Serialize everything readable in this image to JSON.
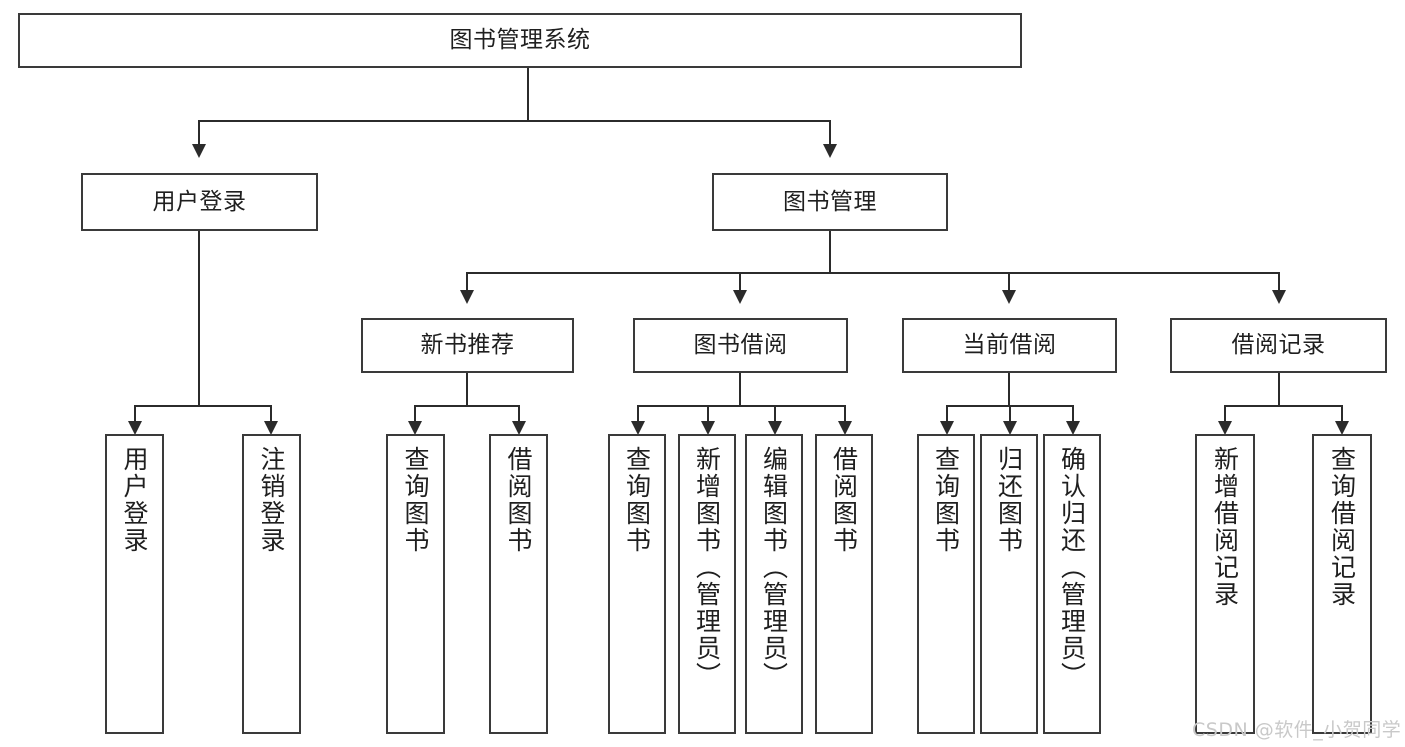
{
  "diagram": {
    "title": "图书管理系统",
    "type": "functional-structure-tree",
    "root": {
      "label": "图书管理系统"
    },
    "level2": [
      {
        "label": "用户登录"
      },
      {
        "label": "图书管理"
      }
    ],
    "level3": [
      {
        "label": "新书推荐"
      },
      {
        "label": "图书借阅"
      },
      {
        "label": "当前借阅"
      },
      {
        "label": "借阅记录"
      }
    ],
    "leaves": {
      "user_login": [
        {
          "label": "用户登录"
        },
        {
          "label": "注销登录"
        }
      ],
      "new_book_recommend": [
        {
          "label": "查询图书"
        },
        {
          "label": "借阅图书"
        }
      ],
      "book_borrow": [
        {
          "label": "查询图书"
        },
        {
          "label": "新增图书（管理员）"
        },
        {
          "label": "编辑图书（管理员）"
        },
        {
          "label": "借阅图书"
        }
      ],
      "current_borrow": [
        {
          "label": "查询图书"
        },
        {
          "label": "归还图书"
        },
        {
          "label": "确认归还（管理员）"
        }
      ],
      "borrow_record": [
        {
          "label": "新增借阅记录"
        },
        {
          "label": "查询借阅记录"
        }
      ]
    }
  },
  "watermark": {
    "text": "CSDN @软件_小贺同学"
  },
  "colors": {
    "box_border": "#3a3a3a",
    "line": "#2b2b2b",
    "text": "#1f1f1f",
    "background": "#ffffff",
    "watermark": "#c9c9c9"
  }
}
